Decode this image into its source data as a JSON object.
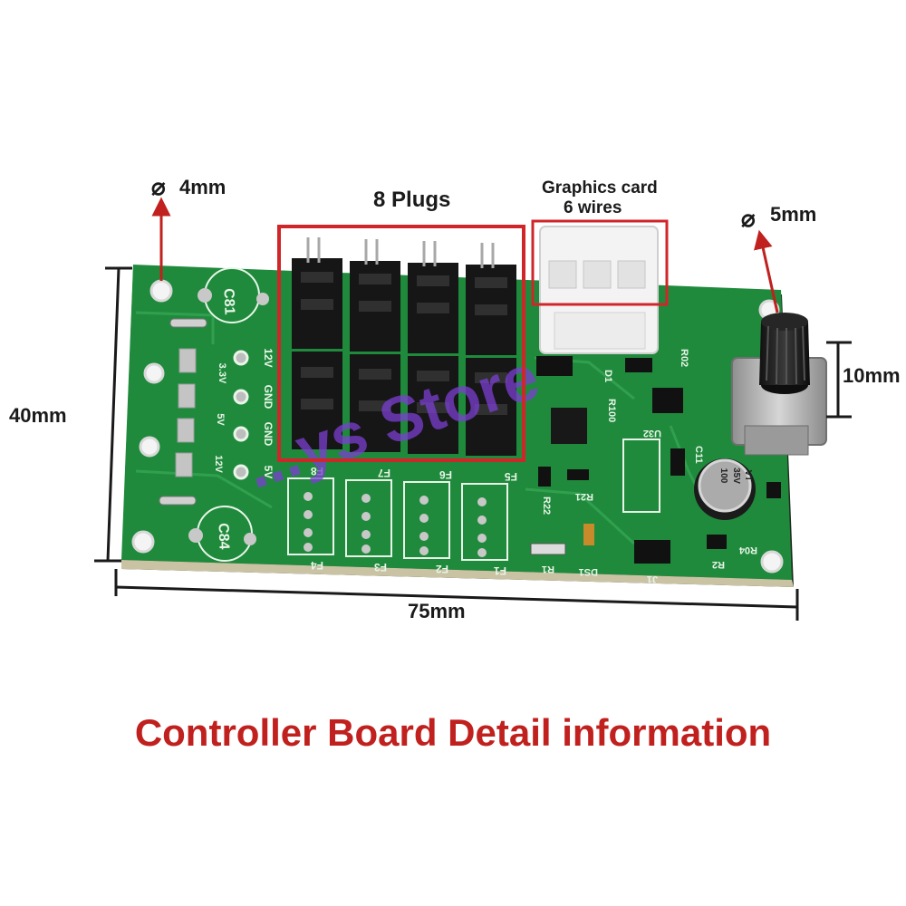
{
  "annotations": {
    "hole_diameter": "4mm",
    "plugs": "8 Plugs",
    "graphics_line1": "Graphics card",
    "graphics_line2": "6 wires",
    "knob_diameter": "5mm",
    "height": "40mm",
    "width": "75mm",
    "knob_height": "10mm"
  },
  "diameter_symbol": "⌀",
  "silkscreen": {
    "cap_top": "C81",
    "cap_bottom": "C84",
    "pins": [
      "12V",
      "GND",
      "GND",
      "5V"
    ],
    "rail_labels": [
      "3.3V",
      "5V",
      "12V"
    ],
    "fan_headers": [
      "F8",
      "F7",
      "F6",
      "F5",
      "F4",
      "F3",
      "F2",
      "F1"
    ],
    "parts": [
      "R02",
      "D1",
      "R100",
      "U32",
      "R22",
      "R21",
      "R1",
      "DS1",
      "J1",
      "R2",
      "R04",
      "C11"
    ],
    "electrolytic": [
      "100",
      "35V",
      "VT"
    ]
  },
  "watermark": "...ys Store",
  "caption": "Controller Board Detail information",
  "colors": {
    "pcb": "#1f8a3c",
    "annotation_red": "#c0201e",
    "watermark": "#7a3fd0"
  }
}
